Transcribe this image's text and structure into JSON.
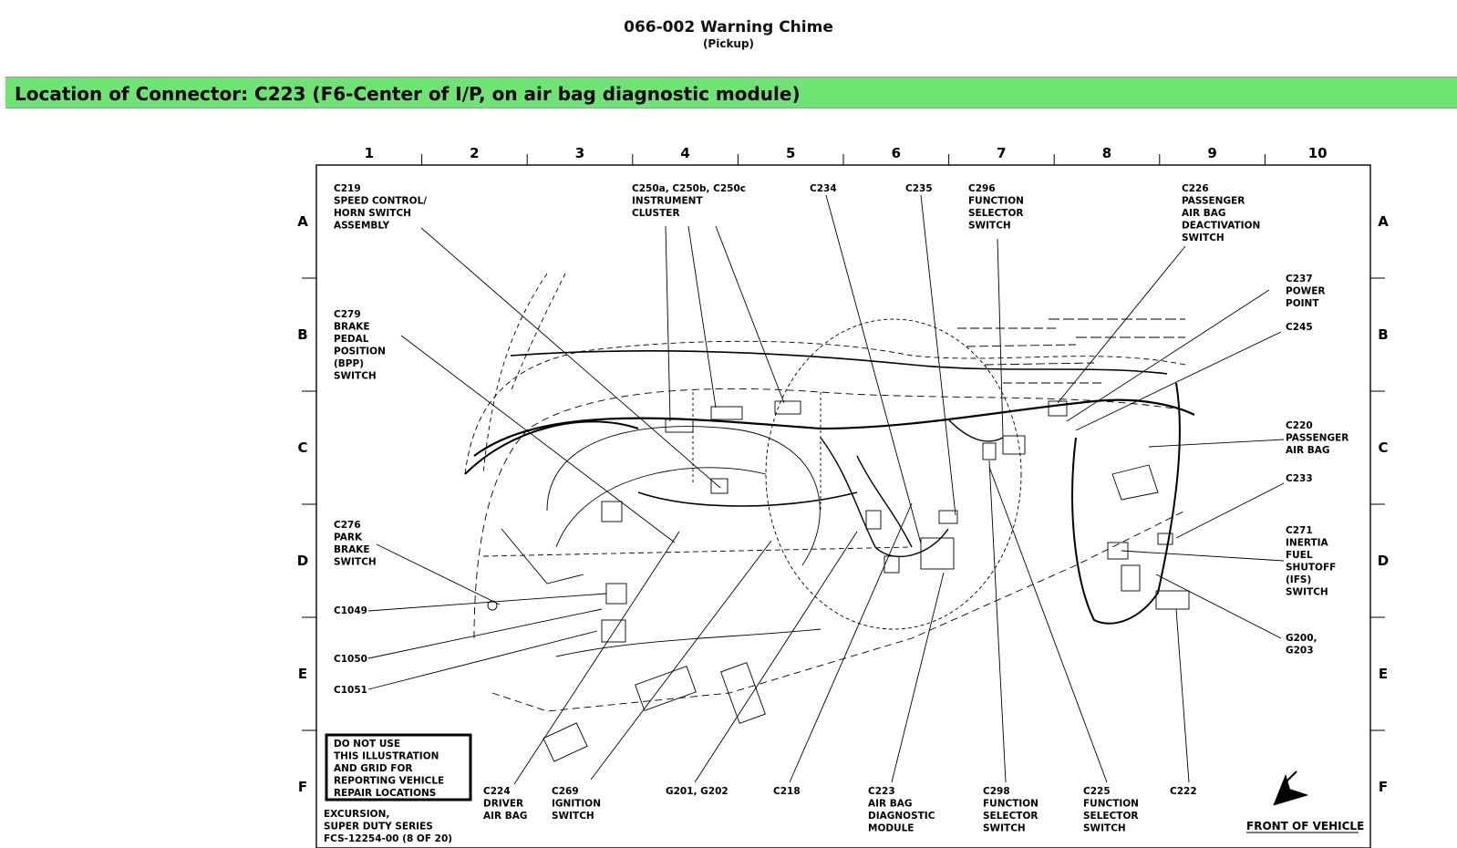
{
  "header": {
    "title": "066-002 Warning Chime",
    "subtitle": "(Pickup)"
  },
  "banner": {
    "text": "Location of Connector: C223 (F6-Center of I/P, on air bag diagnostic module)",
    "color": "#6fe373"
  },
  "diagram": {
    "grid_columns": [
      "1",
      "2",
      "3",
      "4",
      "5",
      "6",
      "7",
      "8",
      "9",
      "10"
    ],
    "grid_rows": [
      "A",
      "B",
      "C",
      "D",
      "E",
      "F"
    ],
    "labels": {
      "c219": [
        "C219",
        "SPEED CONTROL/",
        "HORN SWITCH",
        "ASSEMBLY"
      ],
      "c250": [
        "C250a, C250b, C250c",
        "INSTRUMENT",
        "CLUSTER"
      ],
      "c234": [
        "C234"
      ],
      "c235": [
        "C235"
      ],
      "c296": [
        "C296",
        "FUNCTION",
        "SELECTOR",
        "SWITCH"
      ],
      "c226": [
        "C226",
        "PASSENGER",
        "AIR BAG",
        "DEACTIVATION",
        "SWITCH"
      ],
      "c237": [
        "C237",
        "POWER",
        "POINT"
      ],
      "c245": [
        "C245"
      ],
      "c279": [
        "C279",
        "BRAKE",
        "PEDAL",
        "POSITION",
        "(BPP)",
        "SWITCH"
      ],
      "c220": [
        "C220",
        "PASSENGER",
        "AIR BAG"
      ],
      "c233": [
        "C233"
      ],
      "c271": [
        "C271",
        "INERTIA",
        "FUEL",
        "SHUTOFF",
        "(IFS)",
        "SWITCH"
      ],
      "c276": [
        "C276",
        "PARK",
        "BRAKE",
        "SWITCH"
      ],
      "c1049": [
        "C1049"
      ],
      "c1050": [
        "C1050"
      ],
      "c1051": [
        "C1051"
      ],
      "g200": [
        "G200,",
        "G203"
      ],
      "c224": [
        "C224",
        "DRIVER",
        "AIR BAG"
      ],
      "c269": [
        "C269",
        "IGNITION",
        "SWITCH"
      ],
      "g201": [
        "G201, G202"
      ],
      "c218": [
        "C218"
      ],
      "c223": [
        "C223",
        "AIR BAG",
        "DIAGNOSTIC",
        "MODULE"
      ],
      "c298": [
        "C298",
        "FUNCTION",
        "SELECTOR",
        "SWITCH"
      ],
      "c225": [
        "C225",
        "FUNCTION",
        "SELECTOR",
        "SWITCH"
      ],
      "c222": [
        "C222"
      ]
    },
    "notice": [
      "DO NOT USE",
      "THIS ILLUSTRATION",
      "AND GRID FOR",
      "REPORTING VEHICLE",
      "REPAIR  LOCATIONS"
    ],
    "footer": [
      "EXCURSION,",
      "SUPER DUTY SERIES",
      "FCS-12254-00  (8 OF 20)"
    ],
    "front_label": "FRONT OF VEHICLE"
  }
}
